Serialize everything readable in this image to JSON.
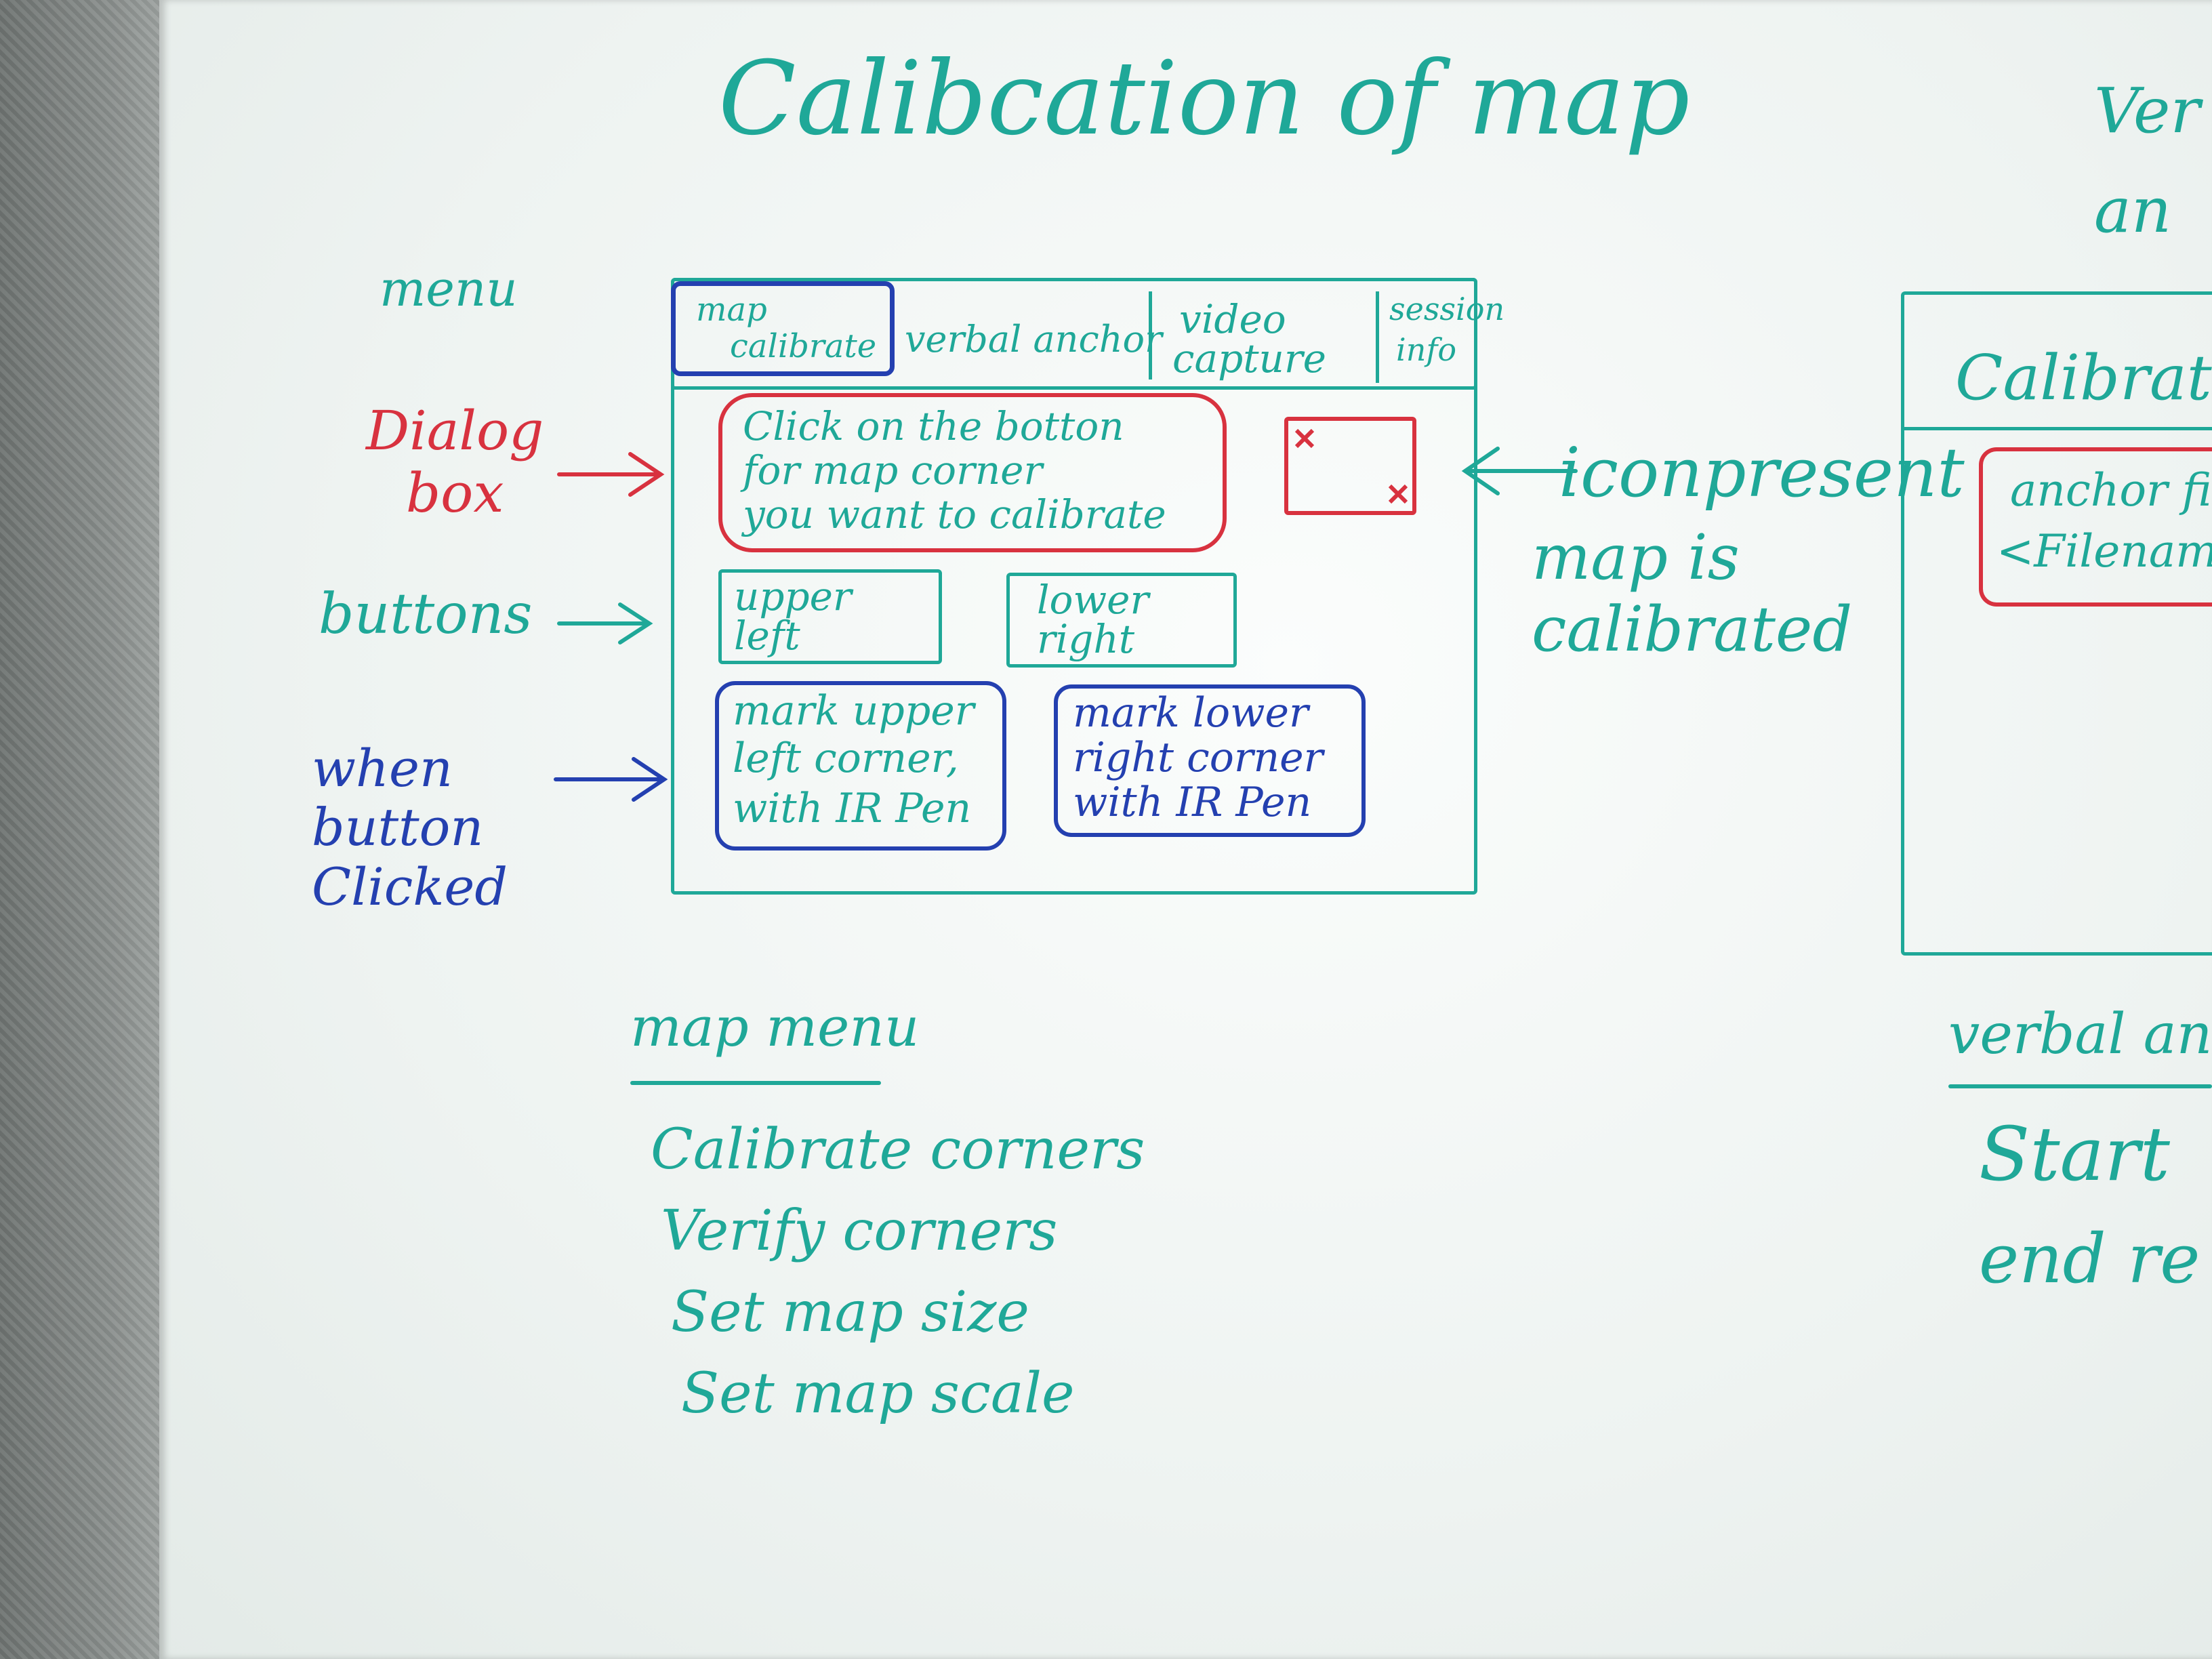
{
  "title": "Calibcation of map",
  "labels": {
    "menu": "menu",
    "dialog_box": [
      "Dialog",
      "box"
    ],
    "buttons": "buttons",
    "when_clicked": [
      "when",
      "button",
      "Clicked"
    ],
    "icon_present": "iconpresent",
    "map_is_calibrated": [
      "map is",
      "calibrated"
    ]
  },
  "menu_tabs": [
    {
      "label": [
        "map",
        "calibrate"
      ]
    },
    {
      "label": [
        "verbal anchor"
      ]
    },
    {
      "label": [
        "video",
        "capture"
      ]
    },
    {
      "label": [
        "session",
        "info"
      ]
    }
  ],
  "dialog": {
    "lines": [
      "Click on the botton",
      "for map corner",
      "you want to calibrate"
    ]
  },
  "buttons": [
    {
      "label": [
        "upper",
        "left"
      ]
    },
    {
      "label": [
        "lower",
        "right"
      ]
    }
  ],
  "click_notes": [
    {
      "lines": [
        "mark upper",
        "left corner,",
        "with IR Pen"
      ]
    },
    {
      "lines": [
        "mark lower",
        "right corner",
        "with IR Pen"
      ]
    }
  ],
  "map_menu": {
    "heading": "map menu",
    "items": [
      "Calibrate corners",
      "Verify corners",
      "Set map size",
      "Set map scale"
    ]
  },
  "right_partial": {
    "top_lines": [
      "Ver",
      "an"
    ],
    "panel_title": "Calibrate",
    "dialog_lines": [
      "anchor fi",
      "<Filenam"
    ],
    "heading": "verbal an",
    "items": [
      "Start",
      "end re"
    ]
  },
  "colors": {
    "teal": "#1fa898",
    "red": "#d8323f",
    "blue": "#2440b0"
  }
}
